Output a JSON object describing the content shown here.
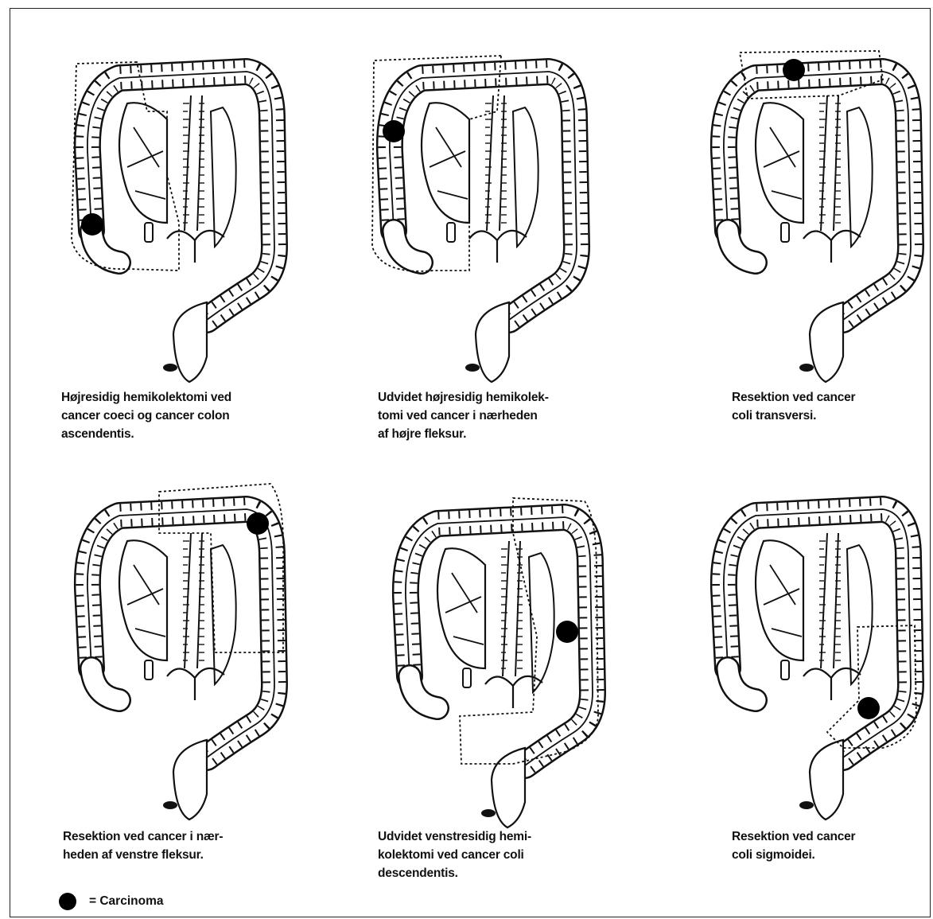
{
  "panels": [
    {
      "id": "p1",
      "caption": "Højresidig hemikolektomi ved\ncancer coeci og cancer colon\nascendentis."
    },
    {
      "id": "p2",
      "caption": "Udvidet højresidig hemikolek-\ntomi ved cancer i nærheden\naf højre fleksur."
    },
    {
      "id": "p3",
      "caption": "Resektion ved cancer\ncoli transversi."
    },
    {
      "id": "p4",
      "caption": "Resektion ved cancer i nær-\nheden af venstre fleksur."
    },
    {
      "id": "p5",
      "caption": "Udvidet venstresidig hemi-\nkolektomi ved cancer coli\ndescendentis."
    },
    {
      "id": "p6",
      "caption": "Resektion ved cancer\ncoli sigmoidei."
    }
  ],
  "legend": {
    "symbol": "carcinoma-dot",
    "label": "= Carcinoma"
  },
  "colors": {
    "ink": "#111111",
    "background": "#ffffff",
    "tumor": "#000000"
  }
}
